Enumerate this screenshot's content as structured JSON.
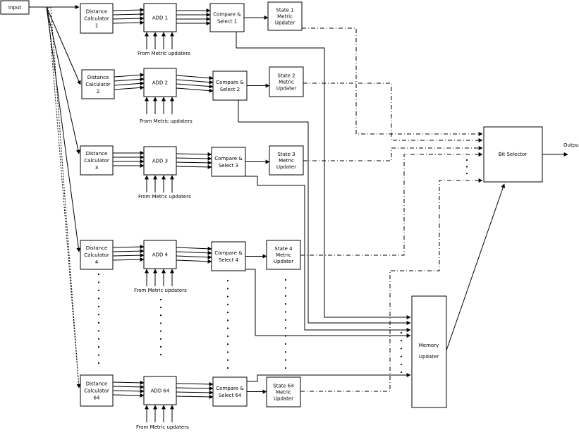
{
  "colors": {
    "line": "#000000",
    "box_fill": "#ffffff"
  },
  "diagram": {
    "input_label": "Input",
    "output_label": "Output",
    "rows": [
      {
        "distance": [
          "Distance",
          "Calculator",
          "1"
        ],
        "add": "ADD 1",
        "compare": [
          "Compare &",
          "Select 1"
        ],
        "state": [
          "State 1",
          "Metric",
          "Updater"
        ],
        "from_label": "From Metric updaters"
      },
      {
        "distance": [
          "Distance",
          "Calculator",
          "2"
        ],
        "add": "ADD 2",
        "compare": [
          "Compare &",
          "Select 2"
        ],
        "state": [
          "State 2",
          "Metric",
          "Updater"
        ],
        "from_label": "From Metric updaters"
      },
      {
        "distance": [
          "Distance",
          "Calculator",
          "3"
        ],
        "add": "ADD 3",
        "compare": [
          "Compare &",
          "Select 3"
        ],
        "state": [
          "State 3",
          "Metric",
          "Updater"
        ],
        "from_label": "From Metric updaters"
      },
      {
        "distance": [
          "Distance",
          "Calculator",
          "4"
        ],
        "add": "ADD 4",
        "compare": [
          "Compare &",
          "Select 4"
        ],
        "state": [
          "State 4",
          "Metric",
          "Updater"
        ],
        "from_label": "From Metric updaters"
      },
      {
        "distance": [
          "Distance",
          "Calculator",
          "64"
        ],
        "add": "ADD 64",
        "compare": [
          "Compare &",
          "Select 64"
        ],
        "state": [
          "State 64",
          "Metric",
          "Updater"
        ],
        "from_label": "From Metric updaters"
      }
    ],
    "bit_selector_label": "Bit Selector",
    "memory_updater_label": [
      "Memory",
      "Updater"
    ]
  }
}
